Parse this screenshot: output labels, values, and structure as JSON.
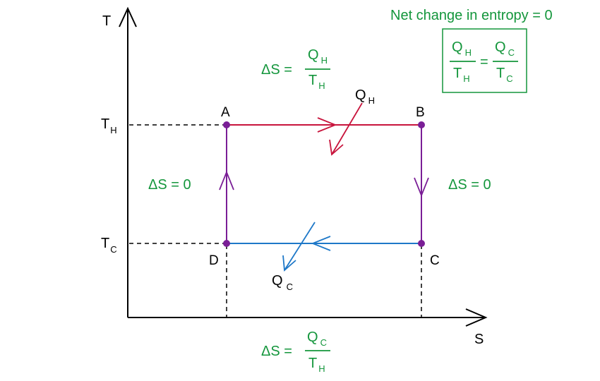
{
  "axes": {
    "y_label": "T",
    "x_label": "S",
    "t_hot": {
      "main": "T",
      "sub": "H"
    },
    "t_cold": {
      "main": "T",
      "sub": "C"
    }
  },
  "points": {
    "a": "A",
    "b": "B",
    "c": "C",
    "d": "D"
  },
  "heat": {
    "q_hot": {
      "main": "Q",
      "sub": "H"
    },
    "q_cold": {
      "main": "Q",
      "sub": "C"
    }
  },
  "entropy": {
    "top": {
      "prefix": "ΔS =",
      "num_main": "Q",
      "num_sub": "H",
      "den_main": "T",
      "den_sub": "H"
    },
    "left": "ΔS = 0",
    "right": "ΔS = 0",
    "bottom": {
      "prefix": "ΔS =",
      "num_main": "Q",
      "num_sub": "C",
      "den_main": "T",
      "den_sub": "H"
    }
  },
  "net": {
    "title": "Net change in entropy = 0",
    "lhs": {
      "num_main": "Q",
      "num_sub": "H",
      "den_main": "T",
      "den_sub": "H"
    },
    "eq": "=",
    "rhs": {
      "num_main": "Q",
      "num_sub": "C",
      "den_main": "T",
      "den_sub": "C"
    }
  },
  "colors": {
    "green": "#14963c",
    "red": "#c8143c",
    "purple": "#7a1e96",
    "blue": "#1e78c8",
    "black": "#000000"
  }
}
